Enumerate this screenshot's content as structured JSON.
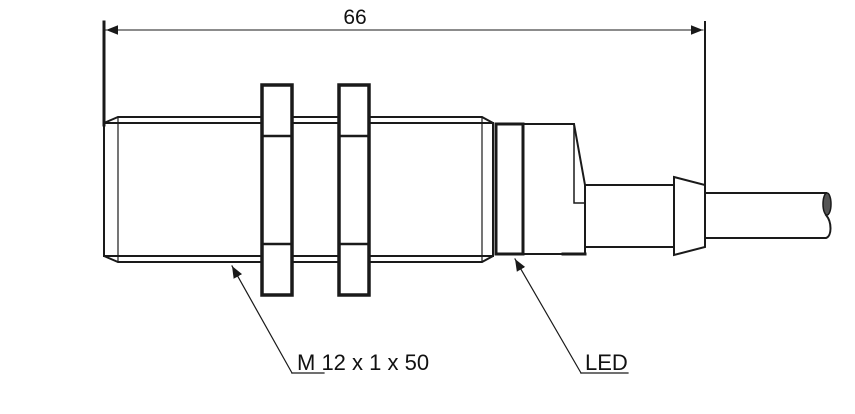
{
  "diagram": {
    "dimension_label": "66",
    "thread_label_prefix": "M",
    "thread_label_rest": " 12 x 1 x 50",
    "led_label": "LED",
    "colors": {
      "line": "#1a1a1a",
      "cable_end": "#555555"
    }
  }
}
